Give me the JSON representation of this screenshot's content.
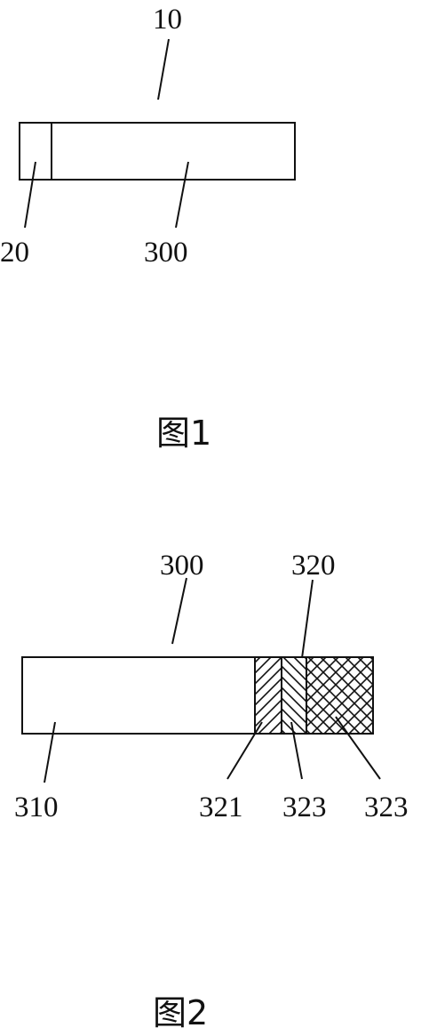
{
  "figure1": {
    "caption": "图1",
    "labels": {
      "assembly": "10",
      "segment_a": "20",
      "segment_b": "300"
    }
  },
  "figure2": {
    "caption": "图2",
    "labels": {
      "body": "300",
      "group": "320",
      "section_main": "310",
      "section_diag": "321",
      "section_mid": "323",
      "section_cross": "323"
    }
  }
}
